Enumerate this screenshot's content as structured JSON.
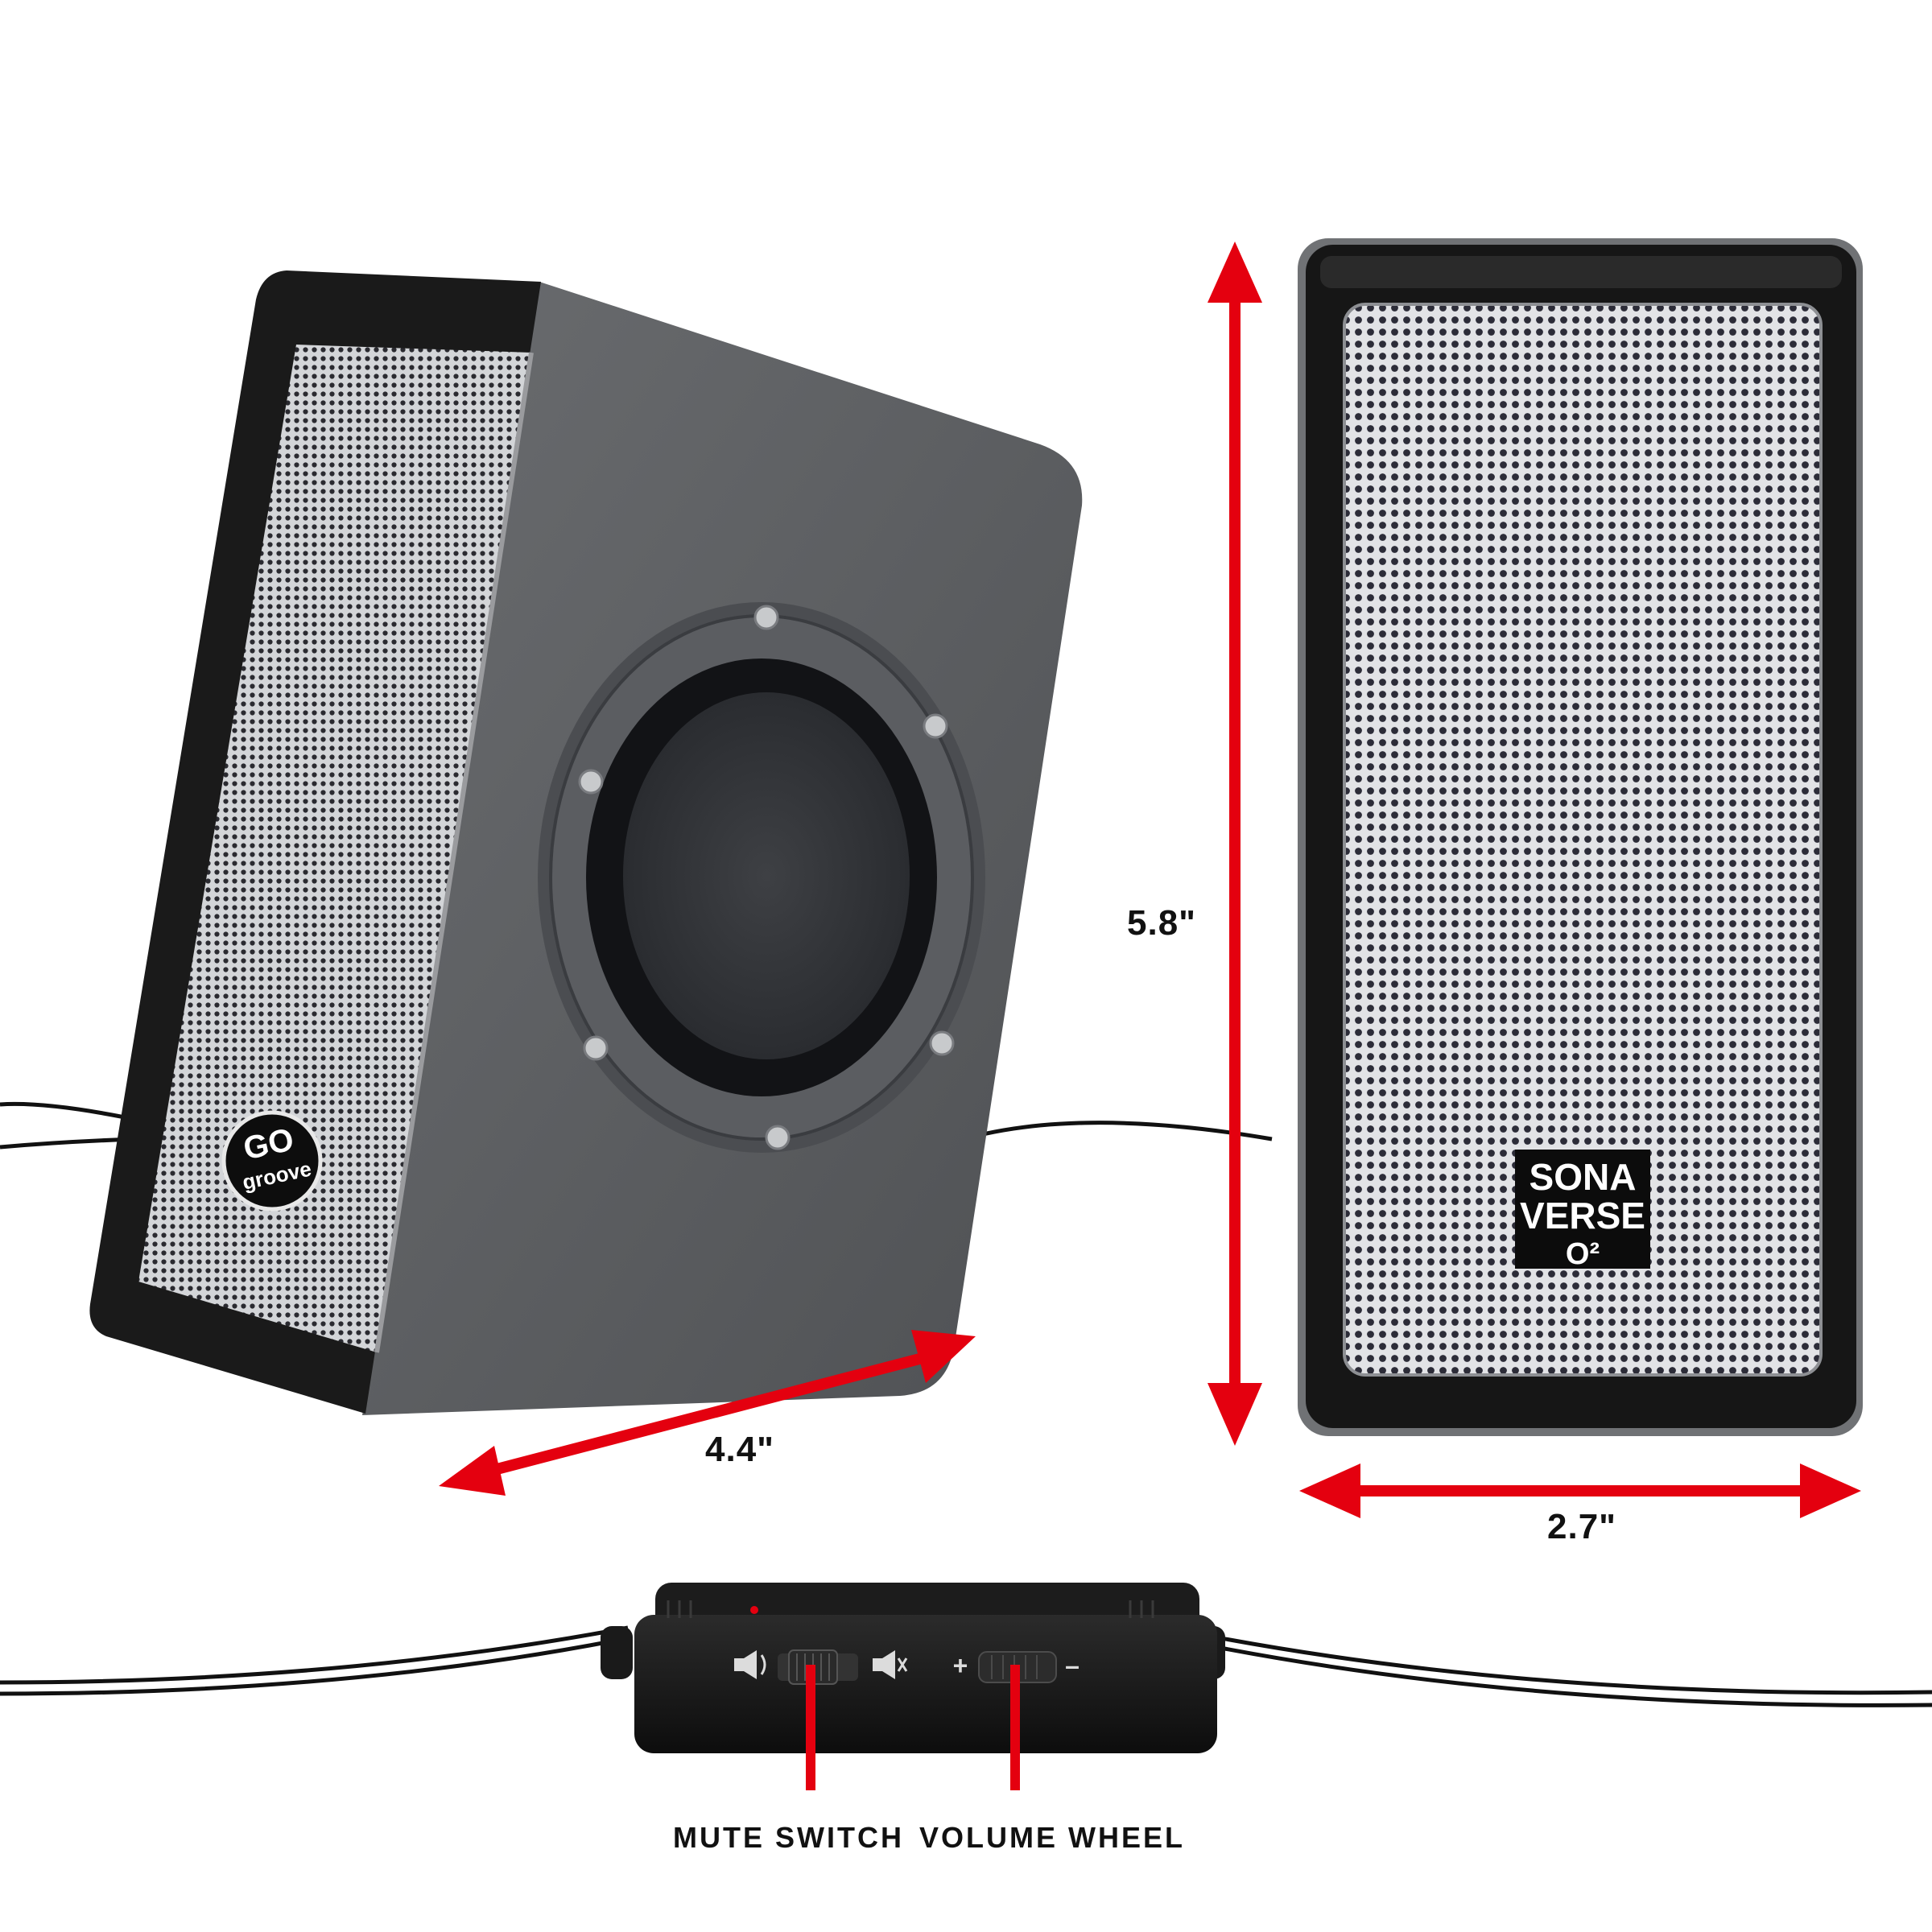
{
  "dimensions": {
    "depth": "4.4\"",
    "height": "5.8\"",
    "width": "2.7\""
  },
  "left_speaker": {
    "logo_line1": "GO",
    "logo_line2": "groove"
  },
  "right_speaker": {
    "badge_line1": "SONA",
    "badge_line2": "VERSE",
    "badge_mark": "O²"
  },
  "controller": {
    "plus": "+",
    "minus": "–",
    "mute_label": "MUTE SWITCH",
    "volume_label": "VOLUME WHEEL"
  },
  "colors": {
    "arrow": "#e4000f",
    "speaker_body": "#5b5d60",
    "grille": "#c9cbce",
    "frame": "#1a1a1a"
  }
}
